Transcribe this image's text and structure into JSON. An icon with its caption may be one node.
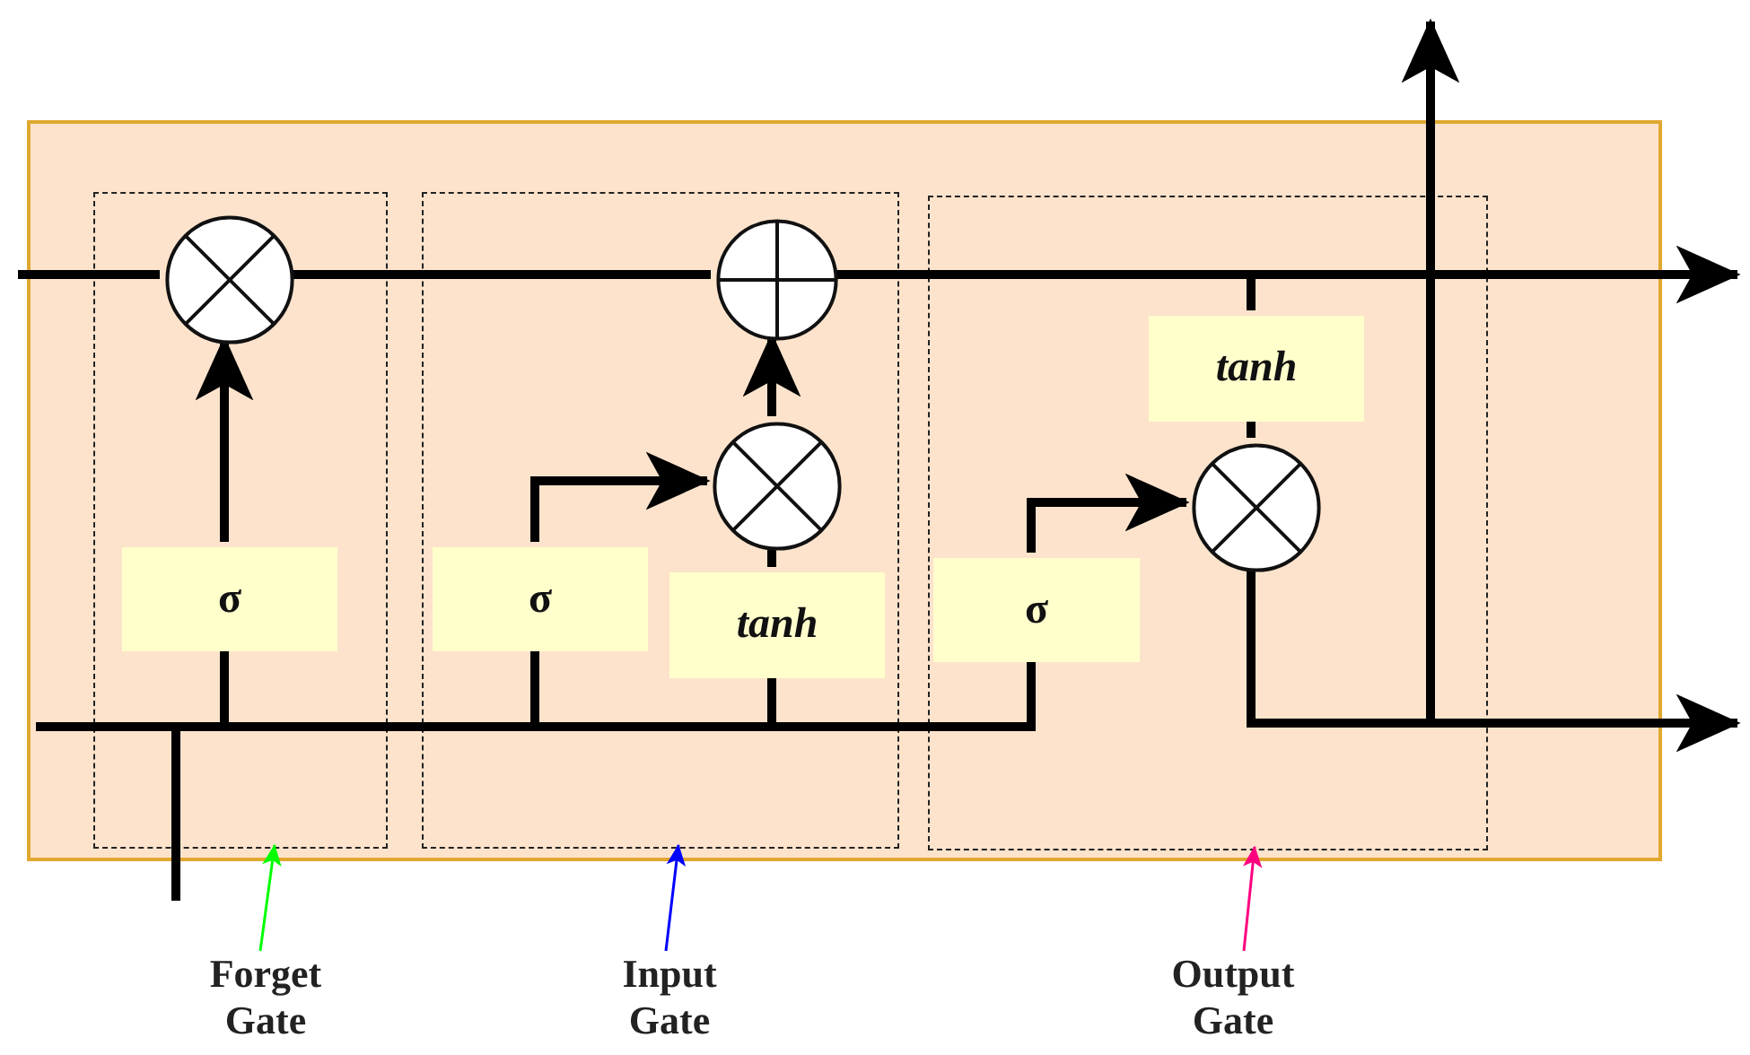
{
  "diagram": {
    "nodes": [
      {
        "text": [],
        "shape": "box"
      },
      {
        "text": [],
        "shape": "box",
        "in": 0
      },
      {
        "text": [],
        "shape": "box",
        "in": 0
      },
      {
        "text": [],
        "shape": "box",
        "in": 0
      },
      {
        "text": [],
        "shape": "circle",
        "in": 1
      },
      {
        "text": [
          "σ"
        ],
        "in": 1
      },
      {
        "text": [],
        "shape": "circle",
        "in": 2
      },
      {
        "text": [],
        "shape": "circle",
        "in": 2
      },
      {
        "text": [
          "σ"
        ],
        "in": 2
      },
      {
        "text": [
          "tanh"
        ],
        "in": 2
      },
      {
        "text": [
          "tanh"
        ],
        "in": 3
      },
      {
        "text": [],
        "shape": "circle",
        "in": 3
      },
      {
        "text": [
          "σ"
        ],
        "in": 3
      },
      {
        "text": [
          "Forget Gate"
        ]
      },
      {
        "text": [
          "Input Gate"
        ]
      },
      {
        "text": [
          "Output Gate"
        ]
      }
    ],
    "edges": [
      {
        "from": null,
        "to": 4,
        "arrow": "none"
      },
      {
        "from": 4,
        "to": 6,
        "arrow": "none"
      },
      {
        "from": 6,
        "to": null,
        "arrow": "to"
      },
      {
        "from": 6,
        "to": 10,
        "arrow": "none"
      },
      {
        "from": 5,
        "to": 4,
        "arrow": "to"
      },
      {
        "from": null,
        "to": 5,
        "arrow": "none"
      },
      {
        "from": null,
        "to": 8,
        "arrow": "none"
      },
      {
        "from": null,
        "to": 9,
        "arrow": "none"
      },
      {
        "from": null,
        "to": 12,
        "arrow": "none"
      },
      {
        "from": 8,
        "to": 7,
        "arrow": "to"
      },
      {
        "from": 9,
        "to": 7,
        "arrow": "none"
      },
      {
        "from": 7,
        "to": 6,
        "arrow": "to"
      },
      {
        "from": 10,
        "to": 11,
        "arrow": "none"
      },
      {
        "from": 12,
        "to": 11,
        "arrow": "to"
      },
      {
        "from": 11,
        "to": null,
        "arrow": "to"
      },
      {
        "from": 11,
        "to": null,
        "arrow": "to"
      },
      {
        "from": 13,
        "to": 1,
        "arrow": "to",
        "color": "#00ff00"
      },
      {
        "from": 14,
        "to": 2,
        "arrow": "to",
        "color": "#0000ff"
      },
      {
        "from": 15,
        "to": 3,
        "arrow": "to",
        "color": "#ff0080"
      }
    ]
  }
}
